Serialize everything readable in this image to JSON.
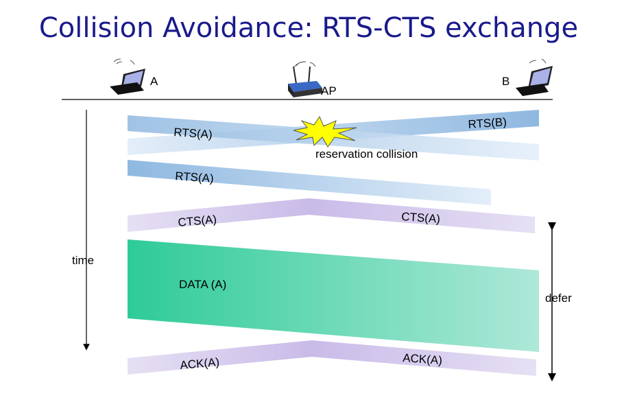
{
  "title": "Collision Avoidance: RTS-CTS exchange",
  "nodes": {
    "a": "A",
    "ap": "AP",
    "b": "B"
  },
  "messages": {
    "rts_a_1": "RTS(A)",
    "rts_b": "RTS(B)",
    "collision": "reservation collision",
    "rts_a_2": "RTS(A)",
    "cts_left": "CTS(A)",
    "cts_right": "CTS(A)",
    "data": "DATA (A)",
    "ack_left": "ACK(A)",
    "ack_right": "ACK(A)"
  },
  "axis": {
    "time": "time",
    "defer": "defer"
  },
  "colors": {
    "title": "#1a1a8c",
    "rts": "#8fb8e0",
    "cts": "#cbbde8",
    "data": "#2ecb98"
  }
}
